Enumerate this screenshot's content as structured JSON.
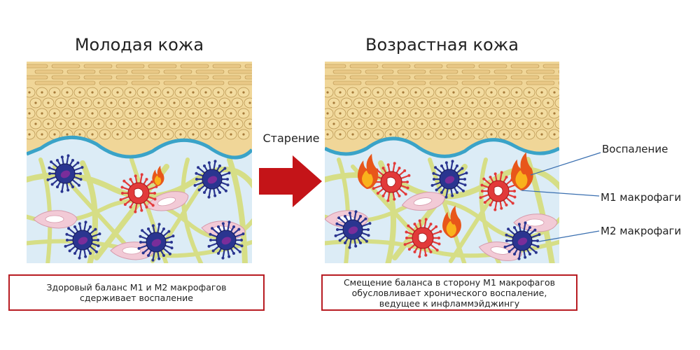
{
  "titles": {
    "young": "Молодая кожа",
    "aged": "Возрастная кожа"
  },
  "aging_label": "Старение",
  "captions": {
    "young": [
      "Здоровый баланс М1 и М2 макрофагов",
      "сдерживает воспаление"
    ],
    "aged": [
      "Смещение баланса в сторону М1 макрофагов",
      "обусловливает хронического воспаление,",
      "ведущее к инфламмэйджингу"
    ]
  },
  "legend": {
    "inflammation": "Воспаление",
    "m1": "М1 макрофаги",
    "m2": "М2 макрофаги"
  },
  "colors": {
    "accent_red": "#b81c22",
    "m1_cell": "#e23a3a",
    "m2_cell": "#2a3590",
    "nucleus": "#7a2d9a",
    "membrane": "#3aa3c8",
    "epidermis": "#f0d698",
    "fiber": "#d8e08a",
    "dermis": "#dcecf6",
    "leader_line": "#3a6fb0"
  }
}
